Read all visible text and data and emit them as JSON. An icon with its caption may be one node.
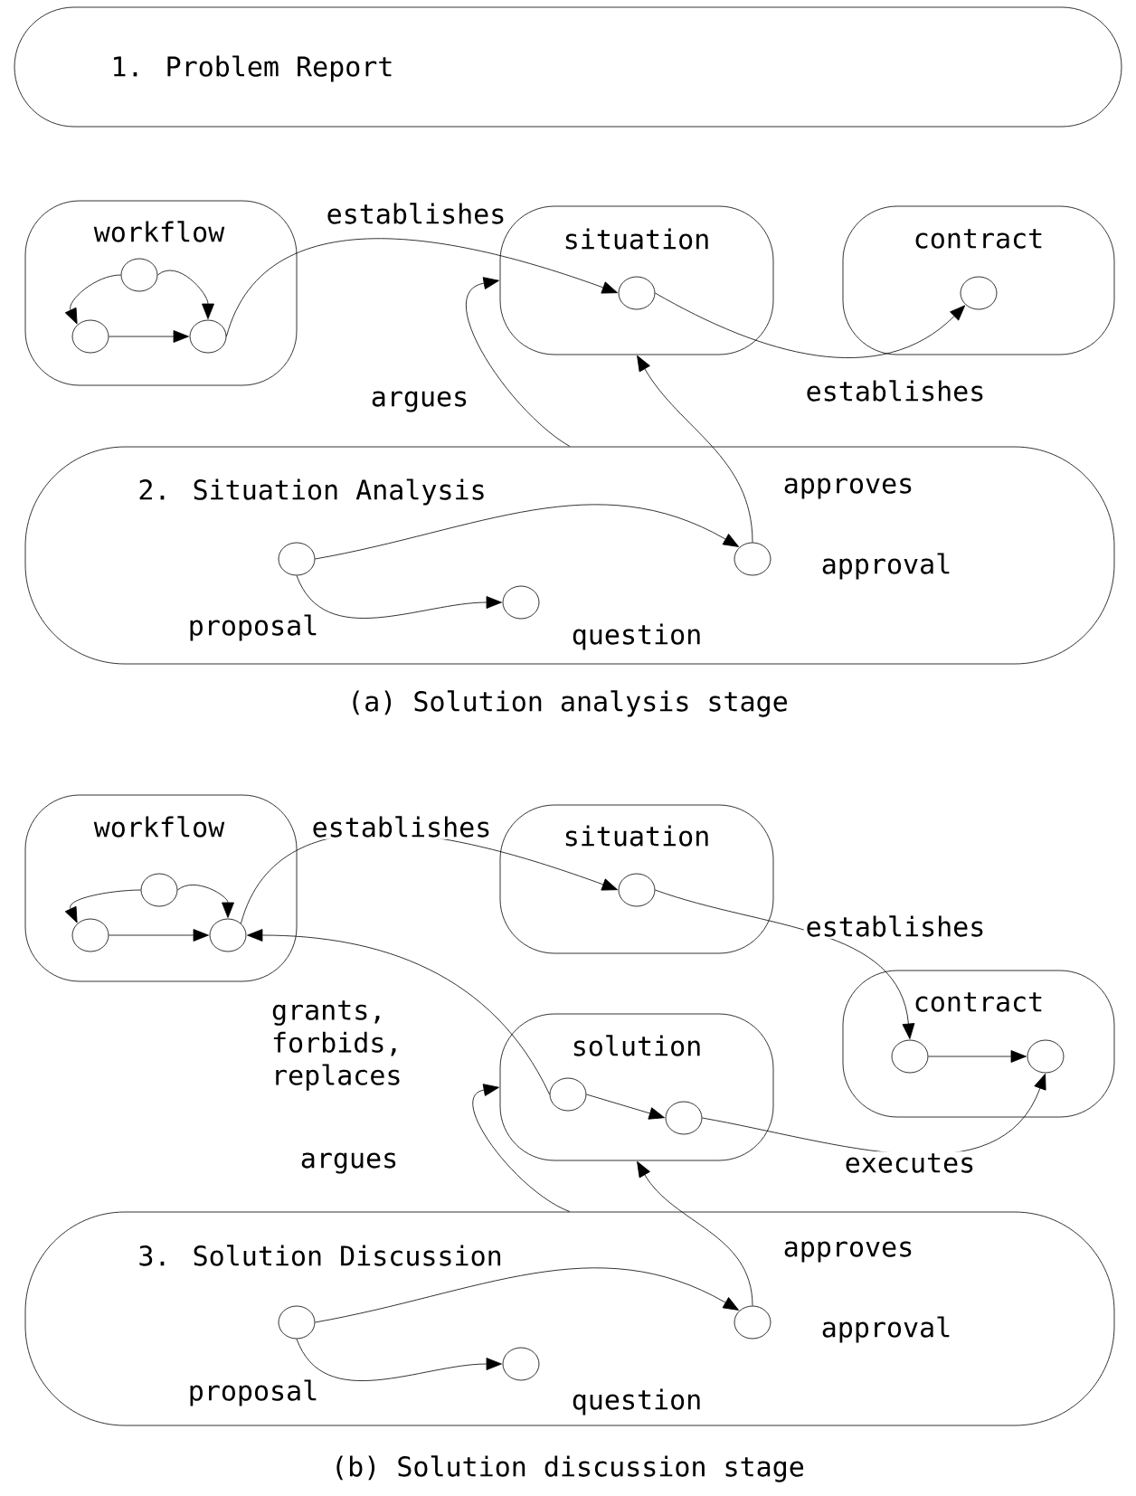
{
  "diagram": {
    "nodes": [
      {
        "text": [
          "1. Problem Report"
        ]
      },
      {
        "text": [
          "workflow"
        ]
      },
      {
        "text": [],
        "shape": "circle",
        "in": 1
      },
      {
        "text": [],
        "shape": "circle",
        "in": 1
      },
      {
        "text": [],
        "shape": "circle",
        "in": 1
      },
      {
        "text": [
          "situation"
        ]
      },
      {
        "text": [],
        "shape": "circle",
        "in": 5
      },
      {
        "text": [
          "contract"
        ]
      },
      {
        "text": [],
        "shape": "circle",
        "in": 7
      },
      {
        "text": [
          "2. Situation Analysis"
        ]
      },
      {
        "text": [],
        "shape": "circle",
        "in": 9,
        "beside": [
          "proposal"
        ]
      },
      {
        "text": [],
        "shape": "circle",
        "in": 9,
        "beside": [
          "question"
        ]
      },
      {
        "text": [],
        "shape": "circle",
        "in": 9,
        "beside": [
          "approval"
        ]
      },
      {
        "text": [
          "workflow"
        ]
      },
      {
        "text": [],
        "shape": "circle",
        "in": 13
      },
      {
        "text": [],
        "shape": "circle",
        "in": 13
      },
      {
        "text": [],
        "shape": "circle",
        "in": 13
      },
      {
        "text": [
          "situation"
        ]
      },
      {
        "text": [],
        "shape": "circle",
        "in": 17
      },
      {
        "text": [
          "contract"
        ]
      },
      {
        "text": [],
        "shape": "circle",
        "in": 19
      },
      {
        "text": [],
        "shape": "circle",
        "in": 19
      },
      {
        "text": [
          "solution"
        ]
      },
      {
        "text": [],
        "shape": "circle",
        "in": 22
      },
      {
        "text": [],
        "shape": "circle",
        "in": 22
      },
      {
        "text": [
          "3. Solution Discussion"
        ]
      },
      {
        "text": [],
        "shape": "circle",
        "in": 25,
        "beside": [
          "proposal"
        ]
      },
      {
        "text": [],
        "shape": "circle",
        "in": 25,
        "beside": [
          "question"
        ]
      },
      {
        "text": [],
        "shape": "circle",
        "in": 25,
        "beside": [
          "approval"
        ]
      }
    ],
    "edges": [
      {
        "from": 2,
        "to": 3,
        "arrow": "to"
      },
      {
        "from": 3,
        "to": 4,
        "arrow": "to"
      },
      {
        "from": 2,
        "to": 4,
        "arrow": "to"
      },
      {
        "from": 4,
        "to": 6,
        "arrow": "to",
        "label": "establishes"
      },
      {
        "from": 6,
        "to": 8,
        "arrow": "to",
        "label": "establishes"
      },
      {
        "from": 9,
        "to": 5,
        "arrow": "to",
        "label": "argues"
      },
      {
        "from": 12,
        "to": 5,
        "arrow": "to",
        "label": "approves"
      },
      {
        "from": 10,
        "to": 12,
        "arrow": "to"
      },
      {
        "from": 10,
        "to": 11,
        "arrow": "to"
      },
      {
        "from": 14,
        "to": 15,
        "arrow": "to"
      },
      {
        "from": 15,
        "to": 16,
        "arrow": "to"
      },
      {
        "from": 14,
        "to": 16,
        "arrow": "to"
      },
      {
        "from": 16,
        "to": 18,
        "arrow": "to",
        "label": "establishes"
      },
      {
        "from": 18,
        "to": 20,
        "arrow": "to",
        "label": "establishes"
      },
      {
        "from": 20,
        "to": 21,
        "arrow": "to"
      },
      {
        "from": 23,
        "to": 16,
        "arrow": "to",
        "label": "grants, forbids, replaces"
      },
      {
        "from": 23,
        "to": 24,
        "arrow": "to"
      },
      {
        "from": 24,
        "to": 21,
        "arrow": "to",
        "label": "executes"
      },
      {
        "from": 25,
        "to": 22,
        "arrow": "to",
        "label": "argues"
      },
      {
        "from": 28,
        "to": 22,
        "arrow": "to",
        "label": "approves"
      },
      {
        "from": 26,
        "to": 28,
        "arrow": "to"
      },
      {
        "from": 26,
        "to": 27,
        "arrow": "to"
      }
    ],
    "labels": [
      "(a) Solution analysis stage",
      "(b) Solution discussion stage"
    ]
  }
}
